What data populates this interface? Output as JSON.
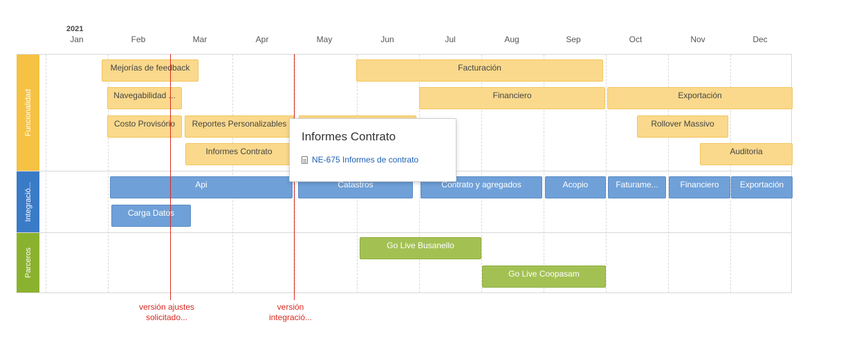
{
  "timeline": {
    "year": "2021",
    "months": [
      "Jan",
      "Feb",
      "Mar",
      "Apr",
      "May",
      "Jun",
      "Jul",
      "Aug",
      "Sep",
      "Oct",
      "Nov",
      "Dec"
    ]
  },
  "lanes": [
    {
      "label": "Funcionalidad",
      "color": "#f6c244"
    },
    {
      "label": "Integració...",
      "color": "#3a7bc8"
    },
    {
      "label": "Parceros",
      "color": "#8bb22e"
    }
  ],
  "bars": {
    "mejorias": "Mejorías de feedback",
    "facturacion": "Facturación",
    "navegabilidad": "Navegabilidad ...",
    "financiero_f": "Financiero",
    "exportacion_f": "Exportación",
    "costo": "Costo Provisório",
    "reportes": "Reportes Personalizables",
    "rollover": "Rollover Massivo",
    "informes": "Informes Contrato",
    "auditoria": "Auditoria",
    "api": "Api",
    "catastros": "Catastros",
    "contrato": "Contrato y agregados",
    "acopio": "Acopio",
    "faturame": "Faturame...",
    "financiero_i": "Financiero",
    "exportacion_i": "Exportación",
    "carga": "Carga Datos",
    "busanello": "Go Live Busanello",
    "coopasam": "Go Live Coopasam"
  },
  "markers": [
    {
      "line1": "versión ajustes",
      "line2": "solicitado..."
    },
    {
      "line1": "versión",
      "line2": "integració..."
    }
  ],
  "tooltip": {
    "title": "Informes Contrato",
    "link": "NE-675 Informes de contrato"
  }
}
